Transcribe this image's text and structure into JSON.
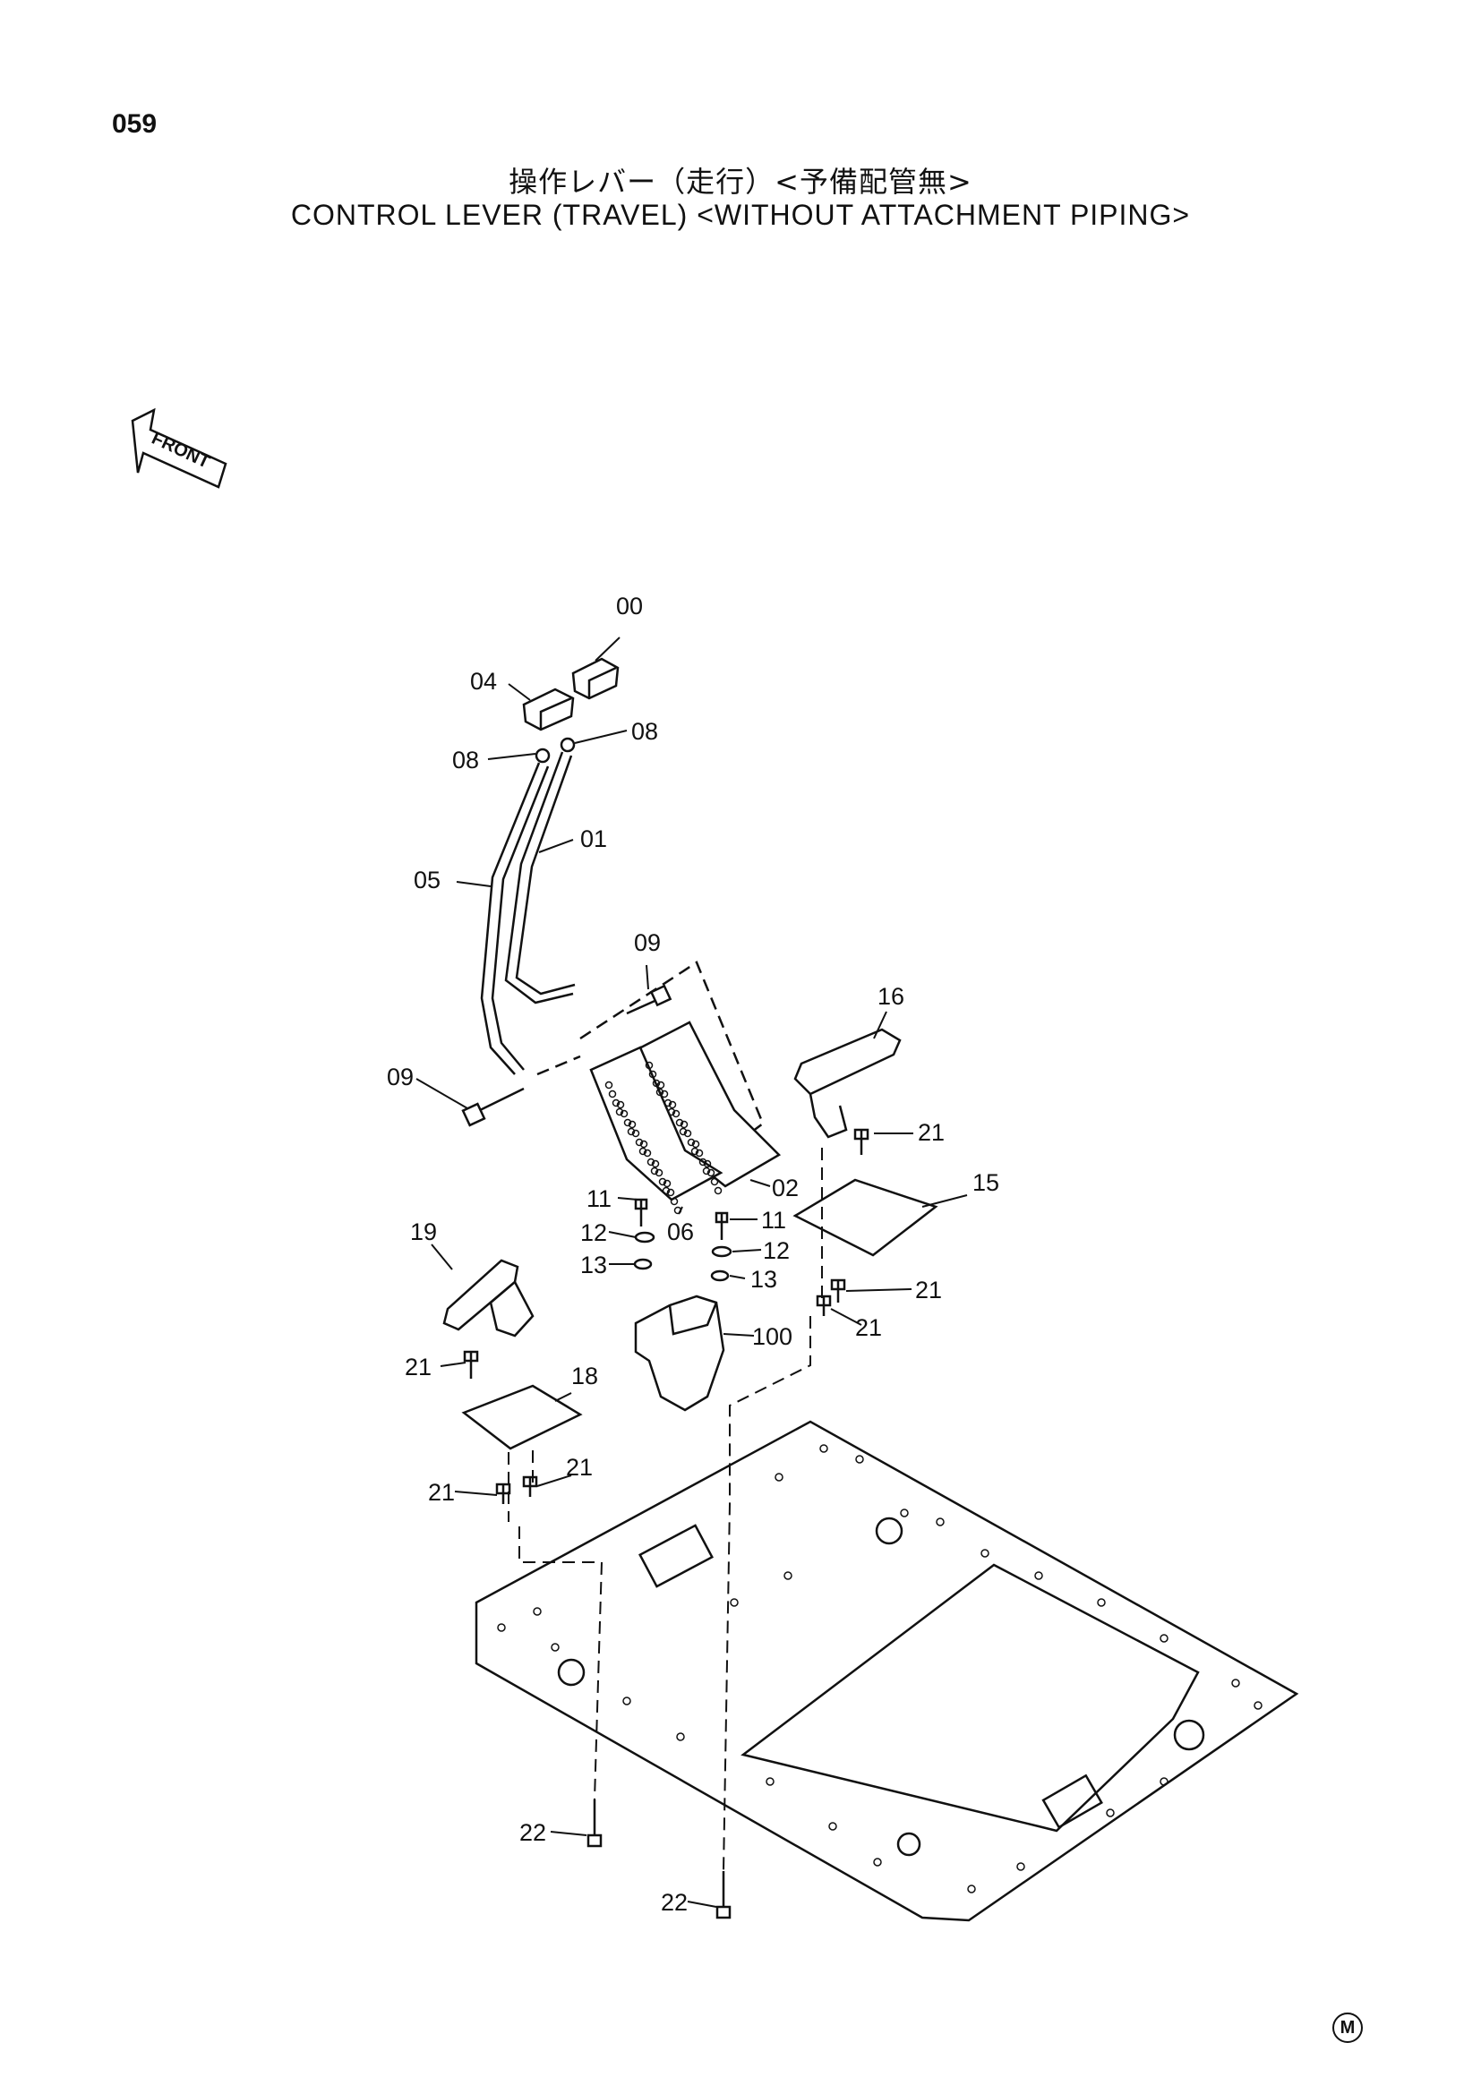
{
  "page_number": "059",
  "title_jp": "操作レバー（走行）<予備配管無>",
  "title_en": "CONTROL LEVER (TRAVEL) <WITHOUT ATTACHMENT PIPING>",
  "front_label": "FRONT",
  "mark": "M",
  "callouts": {
    "c00": "00",
    "c04": "04",
    "c08a": "08",
    "c08b": "08",
    "c01": "01",
    "c05": "05",
    "c09a": "09",
    "c09b": "09",
    "c16": "16",
    "c21a": "21",
    "c15": "15",
    "c02": "02",
    "c11a": "11",
    "c06": "06",
    "c11b": "11",
    "c19": "19",
    "c12a": "12",
    "c12b": "12",
    "c13a": "13",
    "c13b": "13",
    "c21b": "21",
    "c21c": "21",
    "c100": "100",
    "c21d": "21",
    "c18": "18",
    "c21e": "21",
    "c21f": "21",
    "c22a": "22",
    "c22b": "22"
  }
}
